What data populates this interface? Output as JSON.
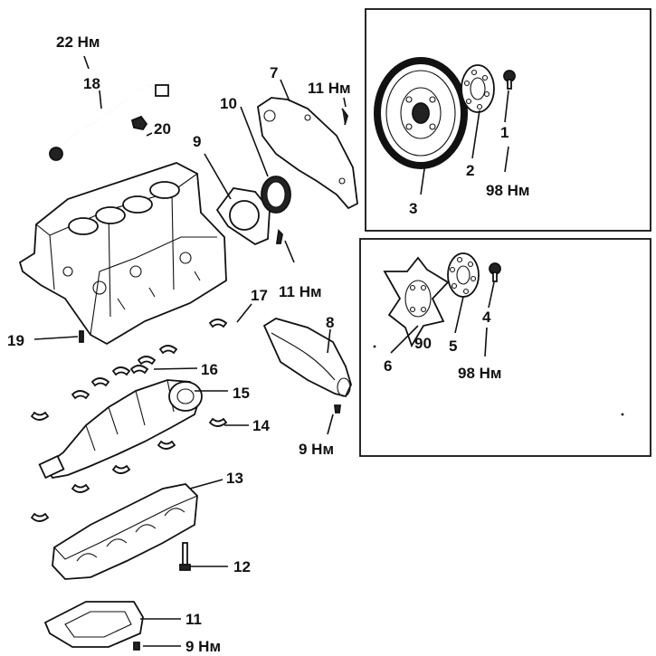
{
  "colors": {
    "ink": "#111111",
    "paper": "#ffffff"
  },
  "labels": {
    "p1": "1",
    "p2": "2",
    "p3": "3",
    "p4": "4",
    "p5": "5",
    "p6": "6",
    "p7": "7",
    "p8": "8",
    "p9": "9",
    "p10": "10",
    "p11": "11",
    "p12": "12",
    "p13": "13",
    "p14": "14",
    "p15": "15",
    "p16": "16",
    "p17": "17",
    "p18": "18",
    "p19": "19",
    "p20": "20"
  },
  "torques": {
    "t22": "22 Нм",
    "t11_top": "11 Нм",
    "t98_top": "98 Нм",
    "t11_mid": "11 Нм",
    "t98_bottom": "98 Нм",
    "t9_cover": "9 Нм",
    "t9_pan": "9 Нм"
  },
  "plate_marking": "90"
}
